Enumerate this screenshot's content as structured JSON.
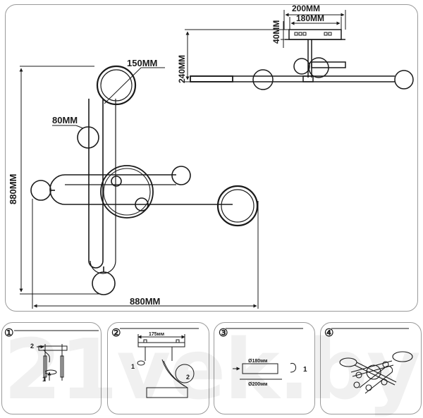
{
  "main_diagram": {
    "dimensions": {
      "disc_diameter": "150MM",
      "globe_diameter": "80MM",
      "height": "880MM",
      "width": "880MM"
    }
  },
  "side_view": {
    "dimensions": {
      "outer_width": "200MM",
      "inner_width": "180MM",
      "base_height": "40MM",
      "total_height": "240MM"
    }
  },
  "steps": [
    {
      "number": "①",
      "labels": [
        "2",
        "1"
      ]
    },
    {
      "number": "②",
      "labels": [
        "175мм",
        "1",
        "2"
      ]
    },
    {
      "number": "③",
      "labels": [
        "Ø180мм",
        "Ø200мм",
        "1"
      ]
    },
    {
      "number": "④",
      "labels": []
    }
  ],
  "watermark": "21vek.by",
  "colors": {
    "line": "#1a1a1a",
    "border": "#9a9a9a"
  }
}
